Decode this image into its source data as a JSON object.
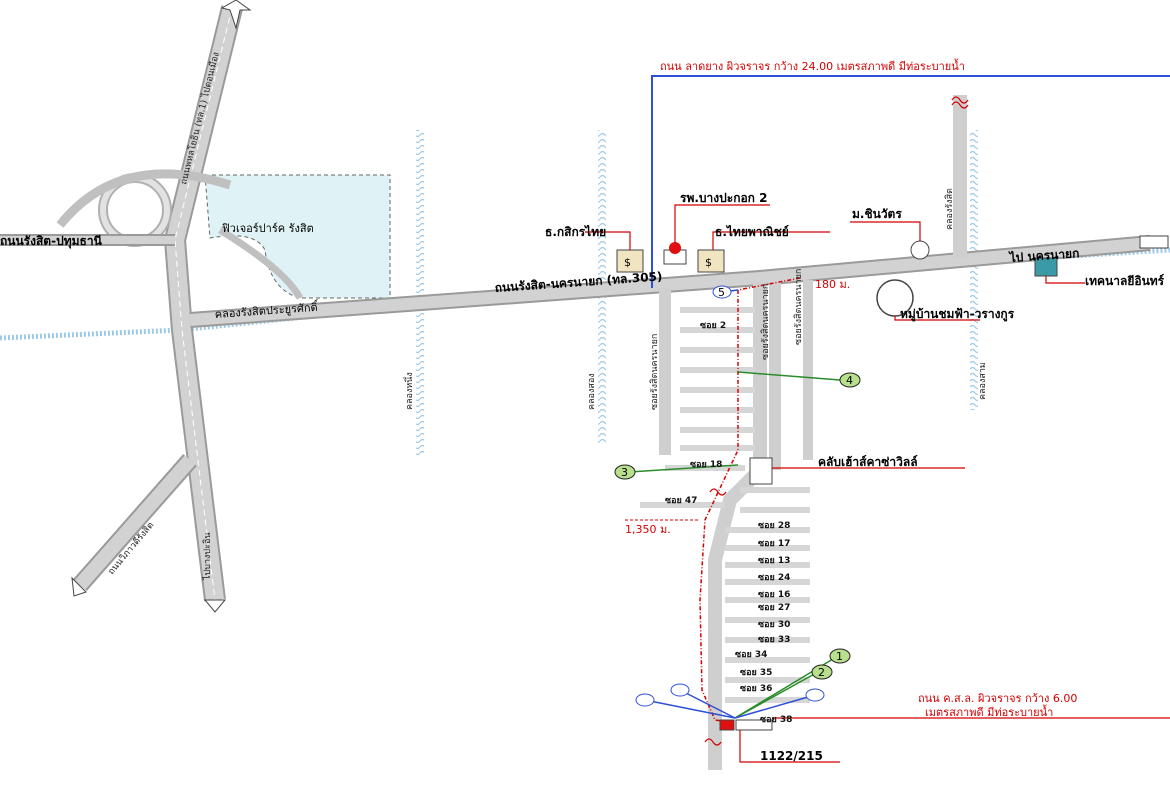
{
  "colors": {
    "road": "#c8c8c8",
    "road_edge": "#9a9a9a",
    "canal": "#9ec9e6",
    "park_fill": "#dff2f5",
    "route": "#d40000",
    "blue_line": "#2e4fd8",
    "green_line": "#2a8c2a",
    "marker_fill": "#b8e08c",
    "bank_fill": "#f1e4c0",
    "hospital_red": "#e01010",
    "factory": "#3a9aa6"
  },
  "labels": {
    "top_banner": "ถนน ลาดยาง ผิวจราจร กว้าง   24.00  เมตรสภาพดี  มีท่อระบายน้ำ",
    "main_road": "ถนนรังสิต-นครนายก (ทล.305)",
    "canal": "คลองรังสิตประยูรศักดิ์",
    "to_nakhon_nayok": "ไป นครนายก",
    "rangsit_pathum": "ถนนรังสิต-ปทุมธานี",
    "park": "ฟิวเจอร์ปาร์ค รังสิต",
    "phahonyothin": "ถนนพหลโยธิน (ทล.1) ไปดอนเมือง",
    "wiphawadi": "ถนนวิภาวดีรังสิต",
    "to_bang_pa_in": "ไปบางปะอิน",
    "hospital": "รพ.บางปะกอก 2",
    "bank_kasikorn": "ธ.กสิกรไทย",
    "bank_scb": "ธ.ไทยพาณิชย์",
    "university": "ม.ชินวัตร",
    "village": "หมู่บ้านชมฟ้า-วรางกูร",
    "factory": "เทคนาลยีอินทร์",
    "club": "คลับเฮ้าส์คาซ่าวิลล์",
    "dist_180": "180 ม.",
    "dist_1350": "1,350 ม.",
    "bottom_road_1": "ถนน ค.ส.ล. ผิวจราจร กว้าง   6.00",
    "bottom_road_2": "เมตรสภาพดี  มีท่อระบายน้ำ",
    "plot_no": "1122/215",
    "canal_v1": "คลองหนึ่ง",
    "canal_v2": "คลองสอง",
    "canal_v3": "คลองสาม",
    "soi_left": "ซอยรังสิตนครนายก",
    "soi_mid": "ซอยรังสิตนครนายก",
    "soi_right": "ซอยรังสิตนครนายก",
    "canal_north": "คลองรังสิต"
  },
  "markers": [
    "1",
    "2",
    "3",
    "4",
    "5"
  ],
  "sois": [
    "ซอย 2",
    "ซอย 18",
    "ซอย 47",
    "ซอย 28",
    "ซอย 17",
    "ซอย 13",
    "ซอย 24",
    "ซอย 16",
    "ซอย 27",
    "ซอย 30",
    "ซอย 33",
    "ซอย 34",
    "ซอย 35",
    "ซอย 36",
    "ซอย 38"
  ]
}
